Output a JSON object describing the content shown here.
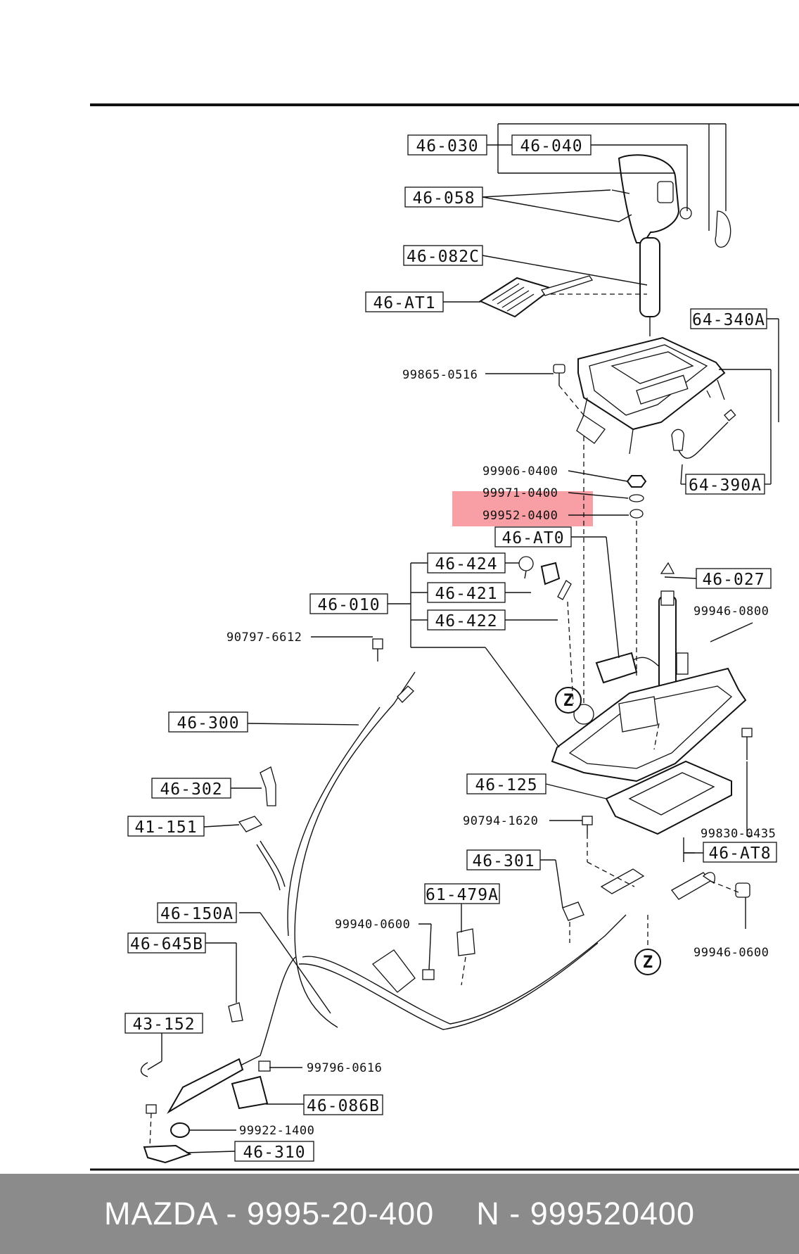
{
  "diagram": {
    "boxed_labels": [
      "46-030",
      "46-040",
      "46-058",
      "46-082C",
      "46-AT1",
      "64-340A",
      "64-390A",
      "46-AT0",
      "46-424",
      "46-421",
      "46-422",
      "46-010",
      "46-027",
      "46-300",
      "46-302",
      "41-151",
      "46-125",
      "46-301",
      "46-AT8",
      "61-479A",
      "46-150A",
      "46-645B",
      "43-152",
      "46-086B",
      "46-310"
    ],
    "plain_labels": [
      "99865-0516",
      "99906-0400",
      "99971-0400",
      "99952-0400",
      "99946-0800",
      "90797-6612",
      "90794-1620",
      "99830-0435",
      "99940-0600",
      "99946-0600",
      "99796-0616",
      "99922-1400"
    ],
    "zone_markers": [
      "Z",
      "Z"
    ],
    "highlight_color": "#f47f85"
  },
  "footer": {
    "brand_part": "MAZDA - 9995-20-400",
    "number_part": "N - 999520400"
  }
}
